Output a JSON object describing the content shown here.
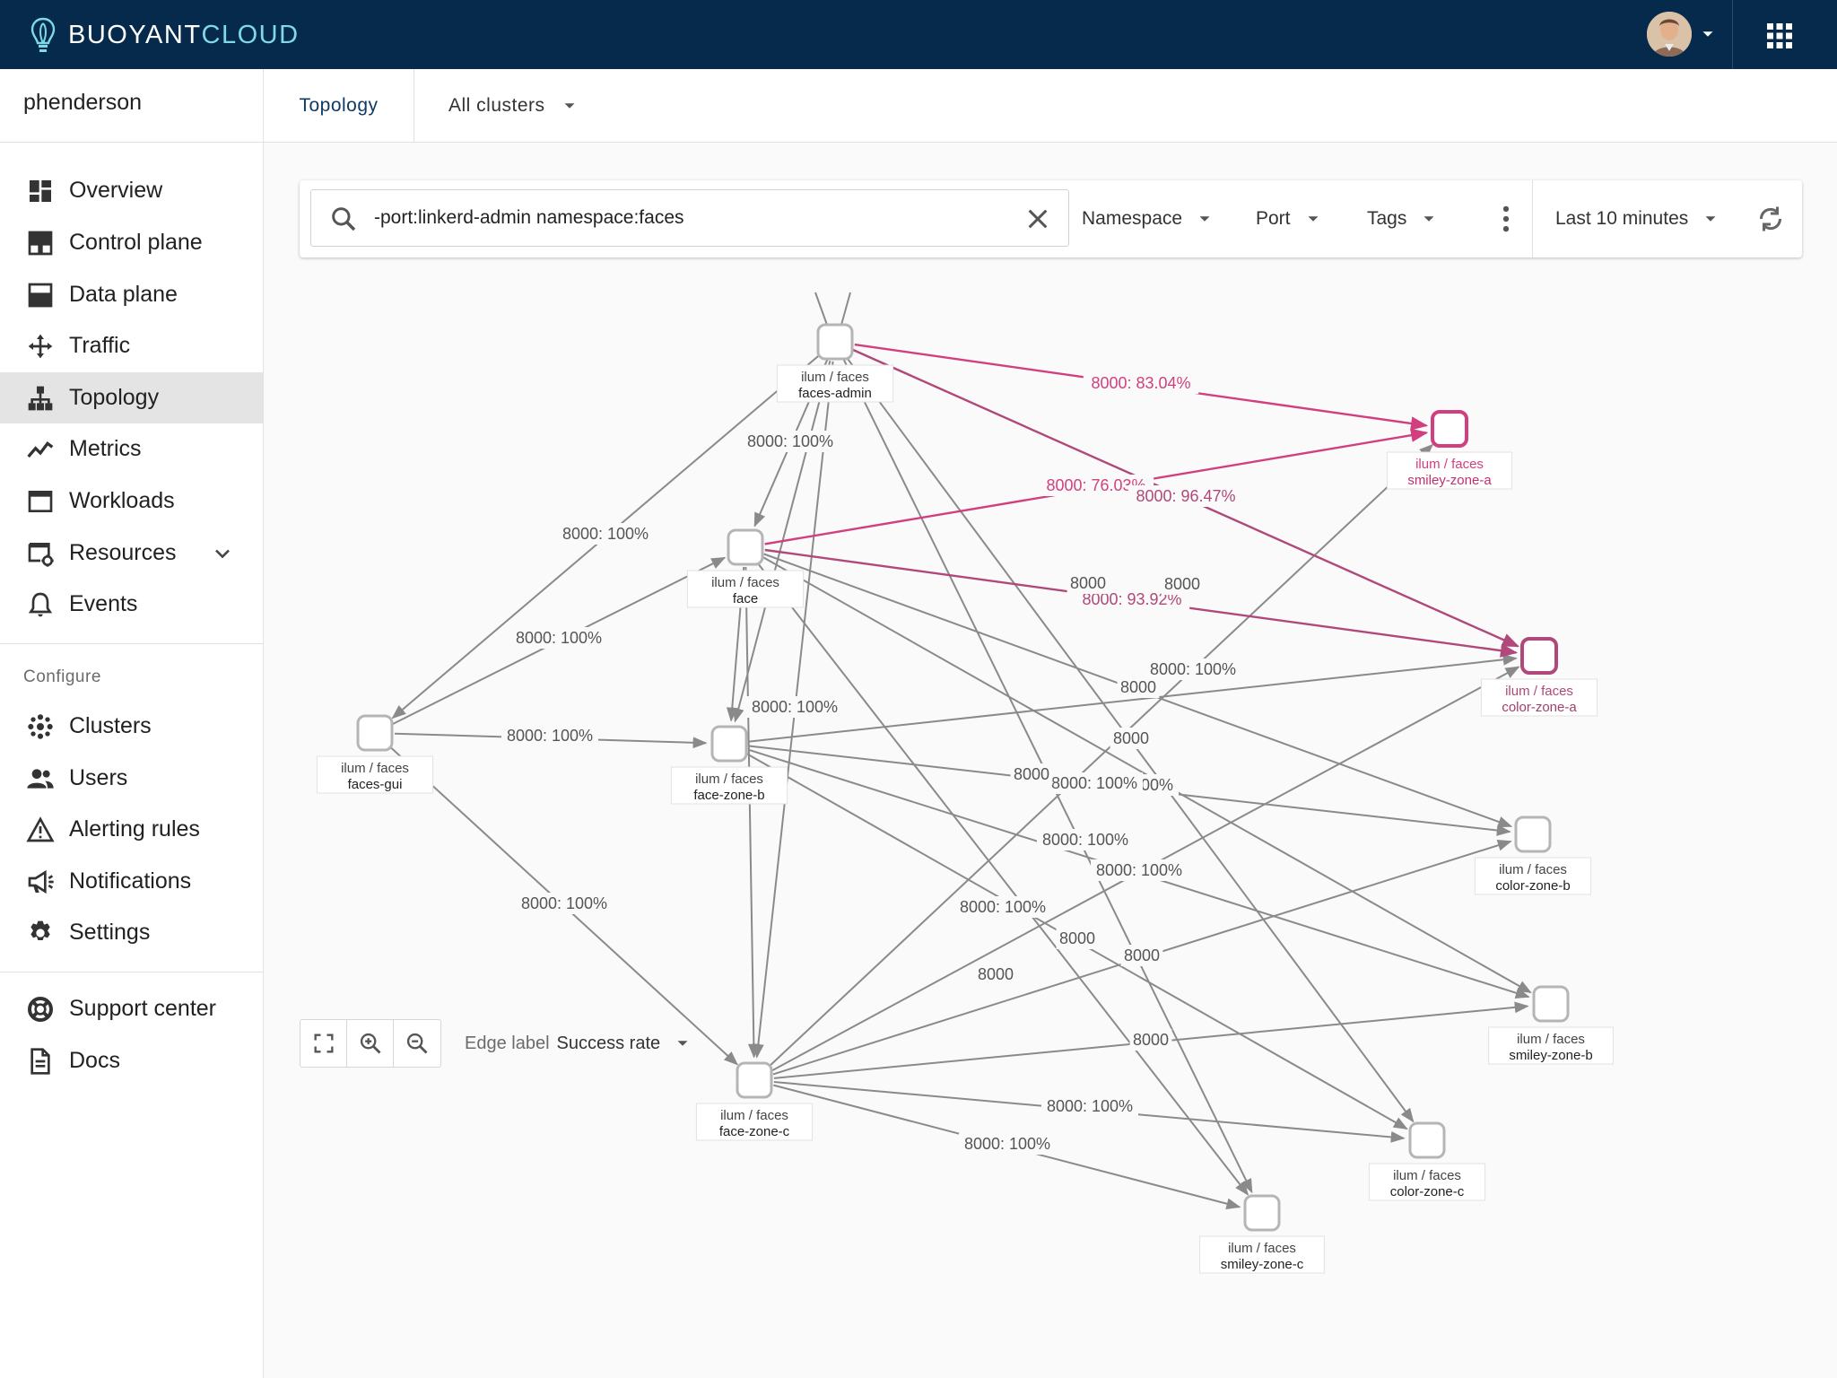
{
  "app": {
    "brand_primary": "BUOYANT",
    "brand_secondary": "CLOUD",
    "colors": {
      "header_bg": "#052a4c",
      "brand_accent": "#7fd9ea",
      "highlight_edge": "#d23f7e",
      "highlight_edge_2": "#b0487a",
      "node_border": "#b5b5b5",
      "active_nav_bg": "#e4e4e4"
    }
  },
  "sidebar": {
    "org_name": "phenderson",
    "items": [
      {
        "label": "Overview",
        "icon": "dashboard-icon"
      },
      {
        "label": "Control plane",
        "icon": "control-plane-icon"
      },
      {
        "label": "Data plane",
        "icon": "data-plane-icon"
      },
      {
        "label": "Traffic",
        "icon": "traffic-icon"
      },
      {
        "label": "Topology",
        "icon": "topology-icon",
        "active": true
      },
      {
        "label": "Metrics",
        "icon": "metrics-icon"
      },
      {
        "label": "Workloads",
        "icon": "workloads-icon"
      },
      {
        "label": "Resources",
        "icon": "resources-icon"
      },
      {
        "label": "Events",
        "icon": "bell-icon"
      }
    ],
    "configure_title": "Configure",
    "configure_items": [
      {
        "label": "Clusters",
        "icon": "clusters-icon"
      },
      {
        "label": "Users",
        "icon": "users-icon"
      },
      {
        "label": "Alerting rules",
        "icon": "warning-icon"
      },
      {
        "label": "Notifications",
        "icon": "megaphone-icon"
      },
      {
        "label": "Settings",
        "icon": "gear-icon"
      }
    ],
    "support_items": [
      {
        "label": "Support center",
        "icon": "lifebuoy-icon"
      },
      {
        "label": "Docs",
        "icon": "document-icon"
      }
    ]
  },
  "tabs": {
    "topology": "Topology",
    "clusters": "All clusters"
  },
  "filters": {
    "search_value": "-port:linkerd-admin namespace:faces",
    "namespace": "Namespace",
    "port": "Port",
    "tags": "Tags",
    "time_range": "Last 10 minutes"
  },
  "graph_controls": {
    "edge_label_key": "Edge label",
    "edge_label_value": "Success rate"
  },
  "graph": {
    "nodes": [
      {
        "id": "faces-admin",
        "ns": "ilum / faces",
        "name": "faces-admin",
        "status": "normal"
      },
      {
        "id": "face",
        "ns": "ilum / faces",
        "name": "face",
        "status": "normal"
      },
      {
        "id": "faces-gui",
        "ns": "ilum / faces",
        "name": "faces-gui",
        "status": "normal"
      },
      {
        "id": "face-zone-b",
        "ns": "ilum / faces",
        "name": "face-zone-b",
        "status": "normal"
      },
      {
        "id": "face-zone-c",
        "ns": "ilum / faces",
        "name": "face-zone-c",
        "status": "normal"
      },
      {
        "id": "smiley-zone-a",
        "ns": "ilum / faces",
        "name": "smiley-zone-a",
        "status": "error"
      },
      {
        "id": "color-zone-a",
        "ns": "ilum / faces",
        "name": "color-zone-a",
        "status": "warning"
      },
      {
        "id": "color-zone-b",
        "ns": "ilum / faces",
        "name": "color-zone-b",
        "status": "normal"
      },
      {
        "id": "smiley-zone-b",
        "ns": "ilum / faces",
        "name": "smiley-zone-b",
        "status": "normal"
      },
      {
        "id": "color-zone-c",
        "ns": "ilum / faces",
        "name": "color-zone-c",
        "status": "normal"
      },
      {
        "id": "smiley-zone-c",
        "ns": "ilum / faces",
        "name": "smiley-zone-c",
        "status": "normal"
      }
    ],
    "edges": [
      {
        "from": "faces-admin",
        "to": "smiley-zone-a",
        "label": "8000: 83.04%",
        "status": "error"
      },
      {
        "from": "face",
        "to": "smiley-zone-a",
        "label": "8000: 76.03%",
        "status": "error"
      },
      {
        "from": "faces-admin",
        "to": "color-zone-a",
        "label": "8000: 96.47%",
        "status": "warning"
      },
      {
        "from": "face",
        "to": "color-zone-a",
        "label": "8000: 93.92%",
        "status": "warning"
      },
      {
        "from": "faces-admin",
        "to": "face",
        "label": "8000: 100%",
        "status": "normal"
      },
      {
        "from": "faces-admin",
        "to": "faces-gui",
        "label": "8000: 100%",
        "status": "normal"
      },
      {
        "from": "faces-gui",
        "to": "face",
        "label": "8000: 100%",
        "status": "normal"
      },
      {
        "from": "faces-gui",
        "to": "face-zone-b",
        "label": "8000: 100%",
        "status": "normal"
      },
      {
        "from": "faces-gui",
        "to": "face-zone-c",
        "label": "8000: 100%",
        "status": "normal"
      },
      {
        "from": "face",
        "to": "face-zone-b",
        "label": "8000: 100%",
        "status": "normal"
      },
      {
        "from": "face",
        "to": "color-zone-b",
        "label": "8000",
        "status": "normal"
      },
      {
        "from": "face",
        "to": "smiley-zone-b",
        "label": "8000",
        "status": "normal"
      },
      {
        "from": "face-zone-b",
        "to": "color-zone-a",
        "label": "8000",
        "status": "normal"
      },
      {
        "from": "face-zone-b",
        "to": "color-zone-b",
        "label": "8000: 100%",
        "status": "normal"
      },
      {
        "from": "face-zone-b",
        "to": "smiley-zone-b",
        "label": "8000: 100%",
        "status": "normal"
      },
      {
        "from": "face-zone-b",
        "to": "color-zone-c",
        "label": "8000: 100%",
        "status": "normal"
      },
      {
        "from": "face-zone-c",
        "to": "smiley-zone-a",
        "label": "8000: 100%",
        "status": "normal"
      },
      {
        "from": "face-zone-c",
        "to": "color-zone-a",
        "label": "8000",
        "status": "normal"
      },
      {
        "from": "face-zone-c",
        "to": "color-zone-b",
        "label": "8000",
        "status": "normal"
      },
      {
        "from": "face-zone-c",
        "to": "smiley-zone-b",
        "label": "8000",
        "status": "normal"
      },
      {
        "from": "face-zone-c",
        "to": "color-zone-c",
        "label": "8000: 100%",
        "status": "normal"
      },
      {
        "from": "face-zone-c",
        "to": "smiley-zone-c",
        "label": "8000: 100%",
        "status": "normal"
      },
      {
        "from": "faces-admin",
        "to": "smiley-zone-c",
        "label": "8000",
        "status": "normal"
      },
      {
        "from": "faces-admin",
        "to": "color-zone-c",
        "label": "8000",
        "status": "normal"
      },
      {
        "from": "face",
        "to": "smiley-zone-c",
        "label": "8000: 100%",
        "status": "normal"
      },
      {
        "from": "faces-admin",
        "to": "face-zone-c",
        "label": "8000: 100%",
        "status": "normal"
      },
      {
        "from": "faces-admin",
        "to": "face-zone-b",
        "label": "8000",
        "status": "normal"
      },
      {
        "from": "face",
        "to": "face-zone-c",
        "label": "",
        "status": "normal"
      }
    ]
  }
}
